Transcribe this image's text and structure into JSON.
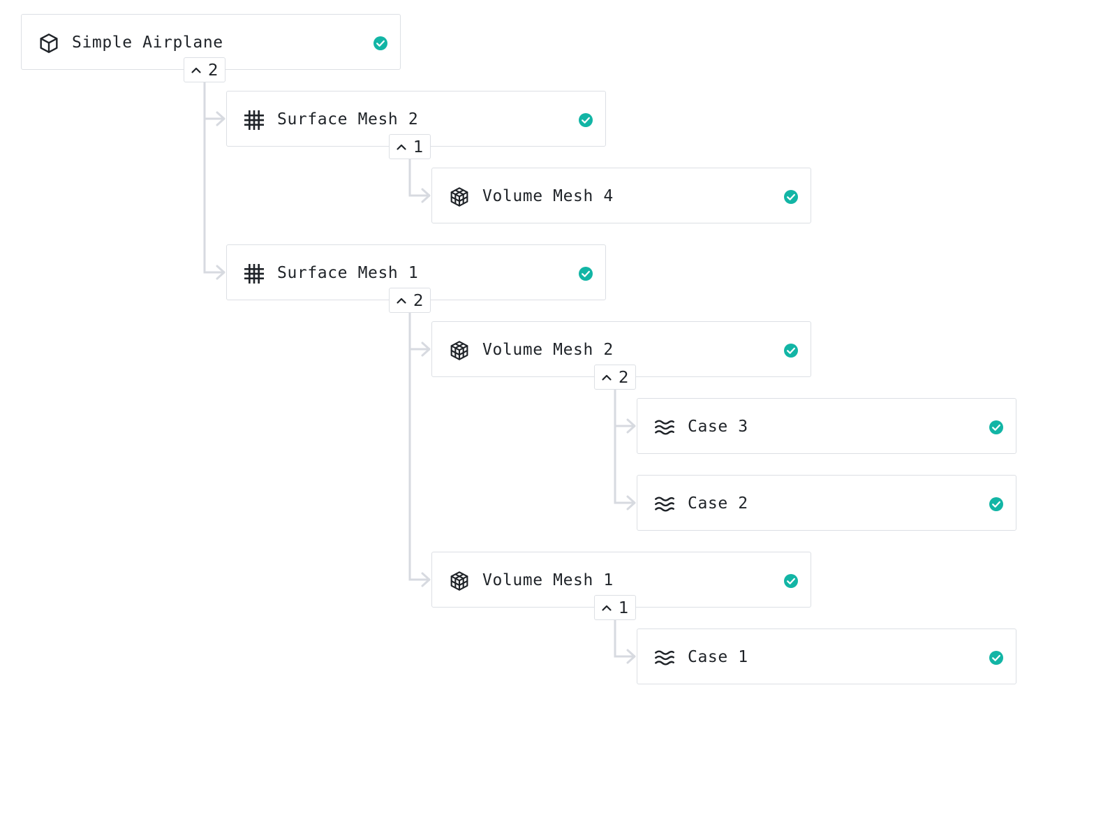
{
  "colors": {
    "status_ok": "#12b5a5",
    "border": "#dcdfe4",
    "connector": "#d7dae0",
    "icon": "#1f2328"
  },
  "nodes": [
    {
      "id": "simple-airplane",
      "label": "Simple Airplane",
      "type": "geometry",
      "icon": "cube-icon",
      "status": "completed",
      "children_count": "2",
      "expanded": true,
      "parent": null
    },
    {
      "id": "surface-mesh-2",
      "label": "Surface Mesh 2",
      "type": "surface-mesh",
      "icon": "grid-icon",
      "status": "completed",
      "children_count": "1",
      "expanded": true,
      "parent": "simple-airplane"
    },
    {
      "id": "volume-mesh-4",
      "label": "Volume Mesh 4",
      "type": "volume-mesh",
      "icon": "volume-cube-icon",
      "status": "completed",
      "children_count": null,
      "expanded": false,
      "parent": "surface-mesh-2"
    },
    {
      "id": "surface-mesh-1",
      "label": "Surface Mesh 1",
      "type": "surface-mesh",
      "icon": "grid-icon",
      "status": "completed",
      "children_count": "2",
      "expanded": true,
      "parent": "simple-airplane"
    },
    {
      "id": "volume-mesh-2",
      "label": "Volume Mesh 2",
      "type": "volume-mesh",
      "icon": "volume-cube-icon",
      "status": "completed",
      "children_count": "2",
      "expanded": true,
      "parent": "surface-mesh-1"
    },
    {
      "id": "case-3",
      "label": "Case 3",
      "type": "case",
      "icon": "waves-icon",
      "status": "completed",
      "children_count": null,
      "expanded": false,
      "parent": "volume-mesh-2"
    },
    {
      "id": "case-2",
      "label": "Case 2",
      "type": "case",
      "icon": "waves-icon",
      "status": "completed",
      "children_count": null,
      "expanded": false,
      "parent": "volume-mesh-2"
    },
    {
      "id": "volume-mesh-1",
      "label": "Volume Mesh 1",
      "type": "volume-mesh",
      "icon": "volume-cube-icon",
      "status": "completed",
      "children_count": "1",
      "expanded": true,
      "parent": "surface-mesh-1"
    },
    {
      "id": "case-1",
      "label": "Case 1",
      "type": "case",
      "icon": "waves-icon",
      "status": "completed",
      "children_count": null,
      "expanded": false,
      "parent": "volume-mesh-1"
    }
  ]
}
